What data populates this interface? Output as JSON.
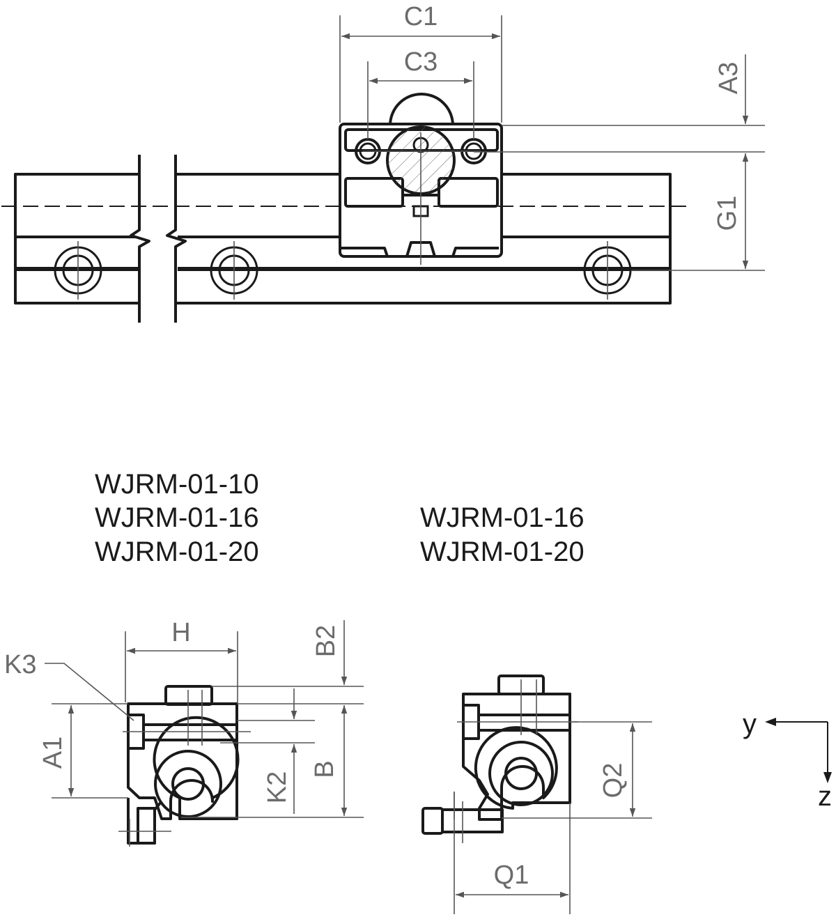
{
  "dimensions": {
    "c1": "C1",
    "c3": "C3",
    "a3": "A3",
    "g1": "G1",
    "h": "H",
    "b2": "B2",
    "k3": "K3",
    "a1": "A1",
    "k2": "K2",
    "b": "B",
    "q2": "Q2",
    "q1": "Q1"
  },
  "axes": {
    "y": "y",
    "z": "z"
  },
  "models_left": [
    "WJRM-01-10",
    "WJRM-01-16",
    "WJRM-01-20"
  ],
  "models_right": [
    "WJRM-01-16",
    "WJRM-01-20"
  ]
}
